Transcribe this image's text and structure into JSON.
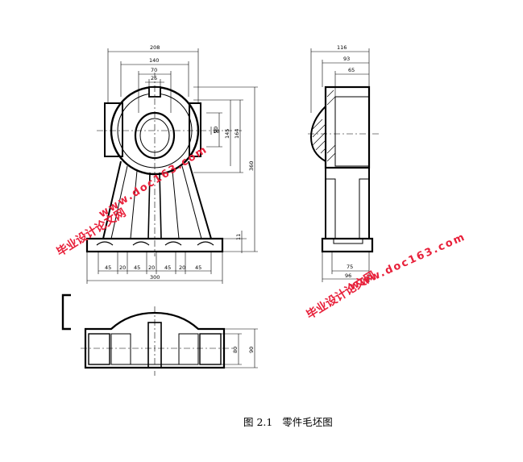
{
  "caption": "图 2.1   零件毛坯图",
  "front_view": {
    "top_dims": [
      "208",
      "140",
      "70",
      "25"
    ],
    "right_dims": [
      "10",
      "90",
      "145",
      "164",
      "360"
    ],
    "bottom_dims": [
      "45",
      "20",
      "45",
      "20",
      "45",
      "20",
      "45",
      "11"
    ],
    "overall_width": "300"
  },
  "side_view": {
    "top_dims": [
      "116",
      "93",
      "65"
    ],
    "bottom_dims": [
      "75",
      "96"
    ]
  },
  "plan_view": {
    "right_dims": [
      "80",
      "90"
    ]
  },
  "watermarks": [
    {
      "text": "毕业设计论文网"
    },
    {
      "text": "www.doc163.com"
    },
    {
      "text": "毕业设计论文网"
    },
    {
      "text": "www.doc163.com"
    }
  ],
  "colors": {
    "line": "#000000",
    "watermark": "#e8203a"
  }
}
